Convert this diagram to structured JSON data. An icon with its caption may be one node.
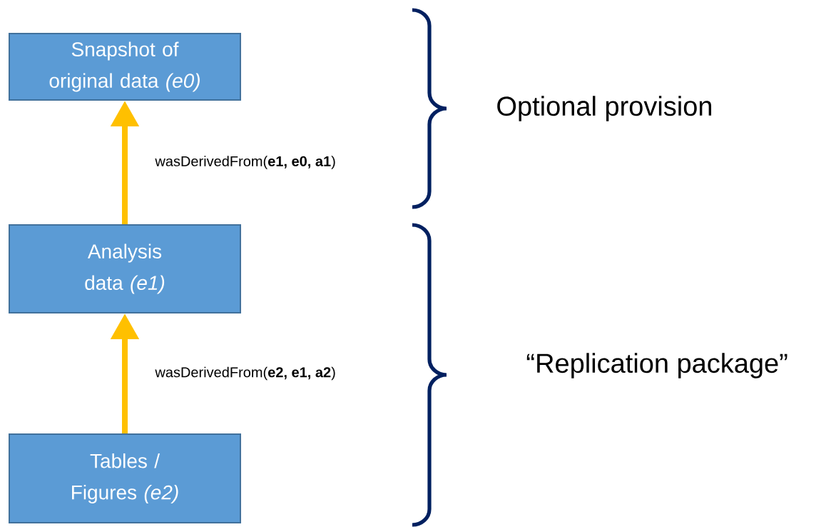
{
  "diagram": {
    "nodes": [
      {
        "text": [
          "Snapshot of original data *(e0)*"
        ]
      },
      {
        "text": [
          "Analysis data *(e1)*"
        ]
      },
      {
        "text": [
          "Tables / Figures *(e2)*"
        ]
      }
    ],
    "edges": [
      {
        "from": 1,
        "to": 0,
        "arrow": "to",
        "label": "wasDerivedFrom(**e1, e0, a1**)"
      },
      {
        "from": 2,
        "to": 1,
        "arrow": "to",
        "label": "wasDerivedFrom(**e2, e1, a2**)"
      }
    ],
    "labels": [
      "Optional provision",
      "“Replication package”"
    ]
  }
}
